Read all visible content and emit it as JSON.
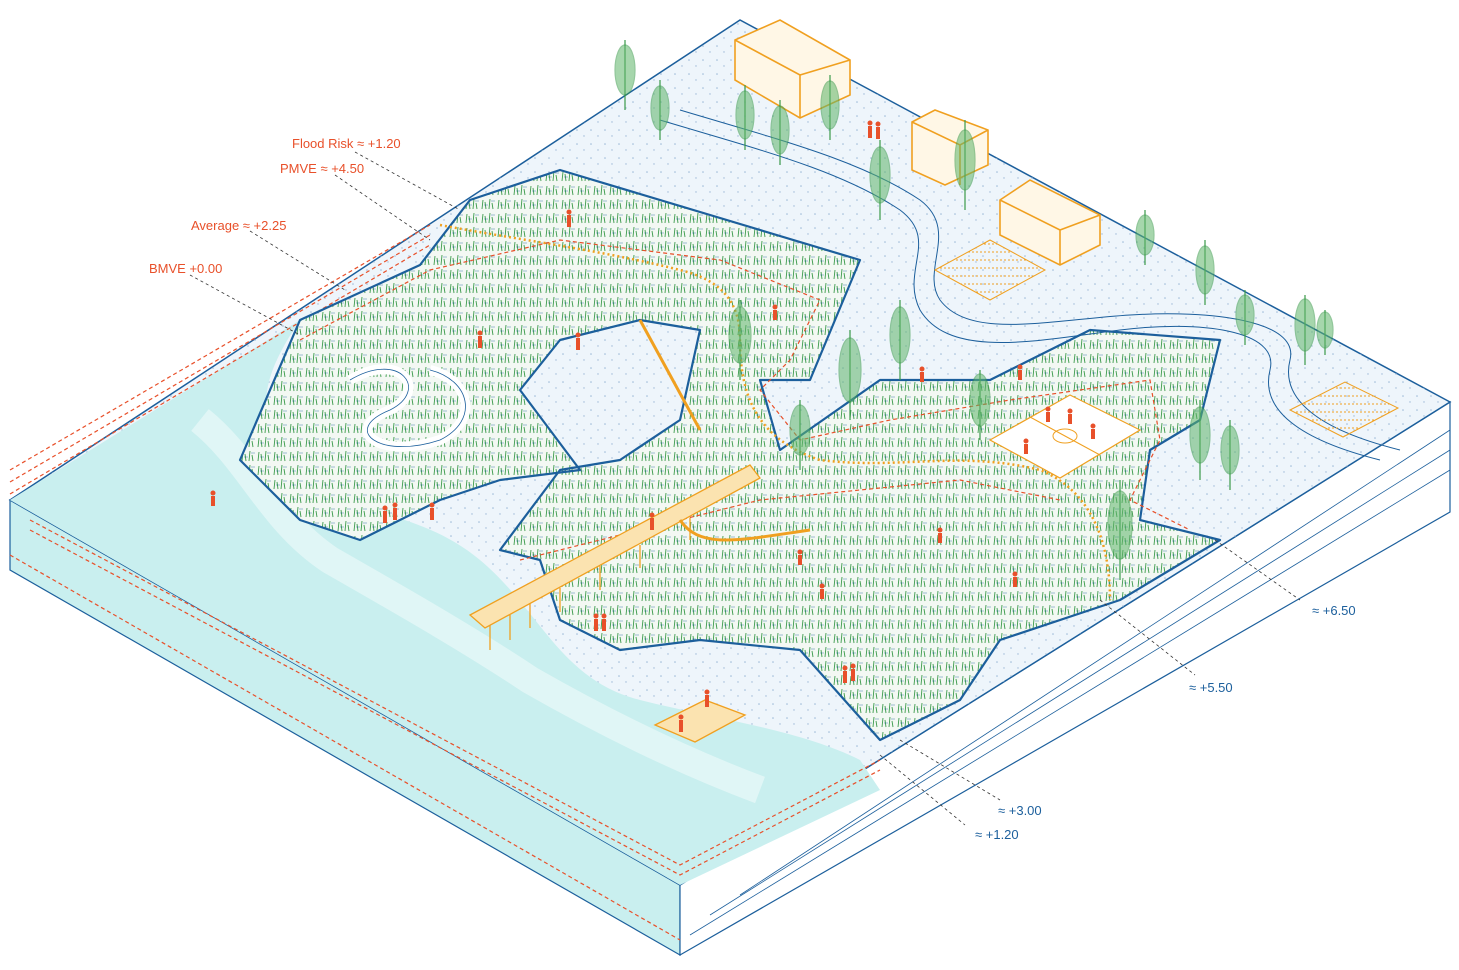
{
  "labels_left": [
    {
      "id": "flood-risk",
      "text": "Flood Risk ≈ +1.20"
    },
    {
      "id": "pmve",
      "text": "PMVE ≈ +4.50"
    },
    {
      "id": "average",
      "text": "Average ≈ +2.25"
    },
    {
      "id": "bmve",
      "text": "BMVE +0.00"
    }
  ],
  "labels_right": [
    {
      "id": "elev-650",
      "text": "≈ +6.50"
    },
    {
      "id": "elev-550",
      "text": "≈ +5.50"
    },
    {
      "id": "elev-300",
      "text": "≈ +3.00"
    },
    {
      "id": "elev-120",
      "text": "≈ +1.20"
    }
  ],
  "colors": {
    "water": "#c9efef",
    "water_light": "#e6f7f7",
    "land": "#eef5fb",
    "outline": "#1c5f9c",
    "accent_orange": "#e8502a",
    "building_orange": "#f0a020",
    "vegetation": "#3a9a4a"
  }
}
